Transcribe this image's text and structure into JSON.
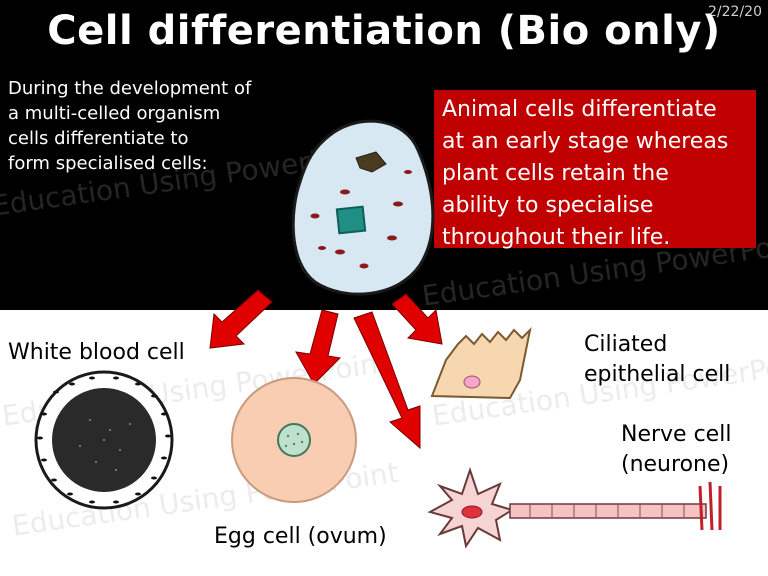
{
  "slide": {
    "date": "2/22/20",
    "title": "Cell differentiation (Bio only)",
    "intro_lines": [
      "During the development of",
      "a multi-celled organism",
      "cells differentiate to",
      "form specialised cells:"
    ],
    "callout_lines": [
      "Animal cells differentiate",
      "at an early stage whereas",
      "plant cells retain the",
      "ability to specialise",
      "throughout their life."
    ],
    "labels": {
      "white_blood_cell": "White blood cell",
      "ciliated_line1": "Ciliated",
      "ciliated_line2": "epithelial cell",
      "nerve_line1": "Nerve cell",
      "nerve_line2": "(neurone)",
      "egg": "Egg cell (ovum)"
    },
    "watermark": "Education Using PowerPoint",
    "colors": {
      "background_top": "#000000",
      "callout_background": "#c00000",
      "arrow": "#e00000",
      "stem_cell": "#d8e8f2",
      "stem_nucleus": "#1f8f86",
      "egg_cell": "#f8cdb2",
      "wbc_nucleus": "#2a2a2a"
    },
    "icons": [
      "stem-cell-icon",
      "white-blood-cell-icon",
      "egg-cell-icon",
      "ciliated-cell-icon",
      "nerve-cell-icon",
      "arrow-icon"
    ]
  }
}
